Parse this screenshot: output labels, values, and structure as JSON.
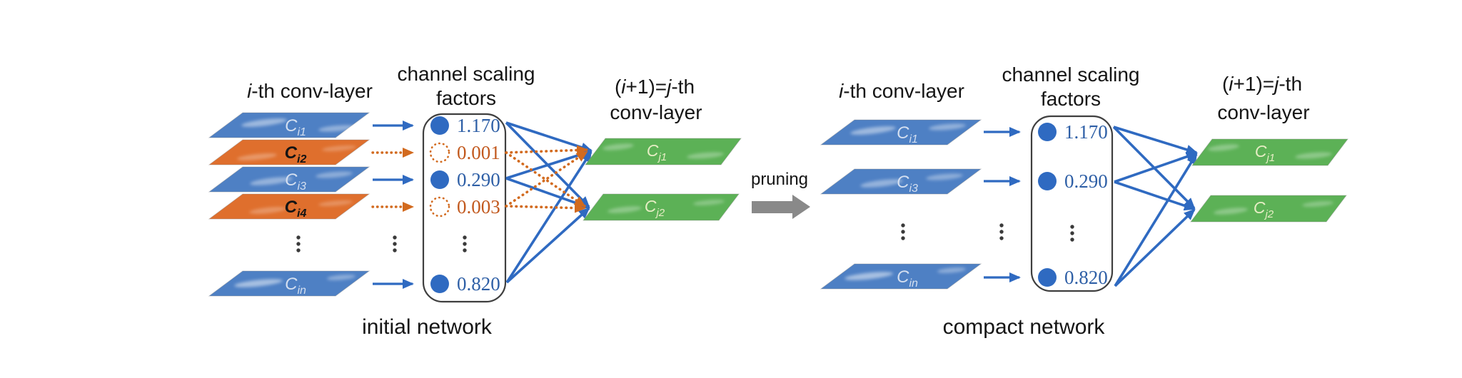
{
  "colors": {
    "kept_channel_blue": "#4e80c4",
    "pruned_channel_orange": "#df6f2d",
    "output_channel_green": "#5cb156",
    "link_blue": "#2f6ac1",
    "link_orange": "#d26a1e",
    "factor_blue_text": "#2e5fa6",
    "factor_orange_text": "#c2591e",
    "pruning_arrow_gray": "#898989",
    "box_border": "#3f3f3f",
    "text_dark": "#151515"
  },
  "pruning_label": "pruning",
  "panels": [
    {
      "caption": "initial network",
      "conv_title": {
        "i": "i",
        "rest": "-th conv-layer"
      },
      "scaling_title": {
        "line1": "channel scaling",
        "line2": "factors"
      },
      "next_title": {
        "p1": "(",
        "p2": "i",
        "p3": "+1)=",
        "p4": "j",
        "p5": "-th",
        "line2": "conv-layer"
      },
      "channels": [
        {
          "base": "C",
          "sub": "i1",
          "factor": "1.170",
          "state": "kept"
        },
        {
          "base": "C",
          "sub": "i2",
          "factor": "0.001",
          "state": "pruned"
        },
        {
          "base": "C",
          "sub": "i3",
          "factor": "0.290",
          "state": "kept"
        },
        {
          "base": "C",
          "sub": "i4",
          "factor": "0.003",
          "state": "pruned"
        },
        {
          "base": "C",
          "sub": "in",
          "factor": "0.820",
          "state": "kept"
        }
      ],
      "outputs": [
        {
          "base": "C",
          "sub": "j1"
        },
        {
          "base": "C",
          "sub": "j2"
        }
      ]
    },
    {
      "caption": "compact network",
      "conv_title": {
        "i": "i",
        "rest": "-th conv-layer"
      },
      "scaling_title": {
        "line1": "channel scaling",
        "line2": "factors"
      },
      "next_title": {
        "p1": "(",
        "p2": "i",
        "p3": "+1)=",
        "p4": "j",
        "p5": "-th",
        "line2": "conv-layer"
      },
      "channels": [
        {
          "base": "C",
          "sub": "i1",
          "factor": "1.170",
          "state": "kept"
        },
        {
          "base": "C",
          "sub": "i3",
          "factor": "0.290",
          "state": "kept"
        },
        {
          "base": "C",
          "sub": "in",
          "factor": "0.820",
          "state": "kept"
        }
      ],
      "outputs": [
        {
          "base": "C",
          "sub": "j1"
        },
        {
          "base": "C",
          "sub": "j2"
        }
      ]
    }
  ]
}
